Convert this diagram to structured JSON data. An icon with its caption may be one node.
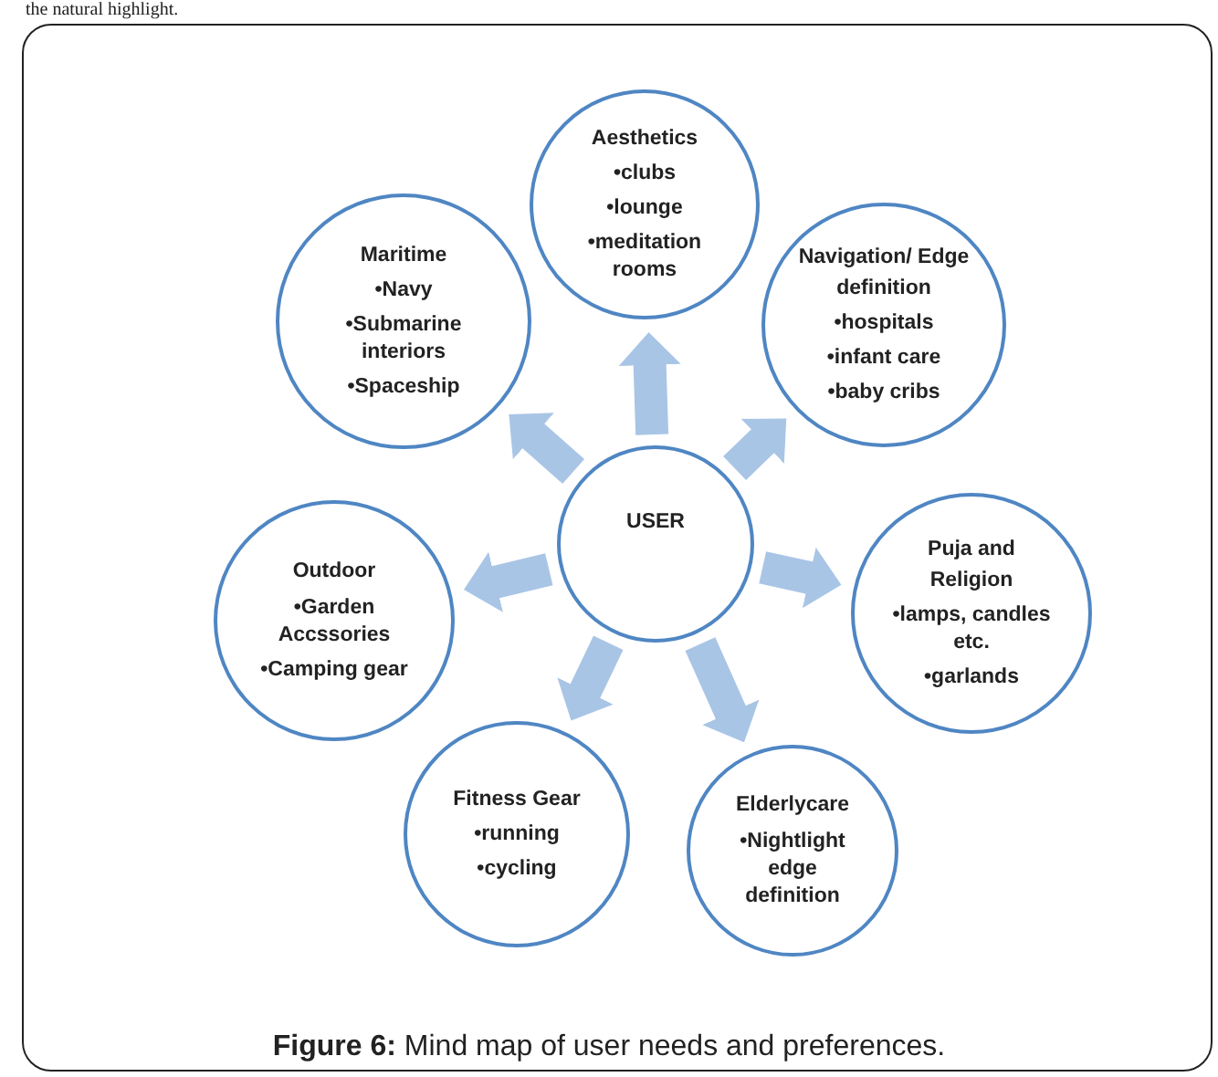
{
  "diagram": {
    "caption": "**Figure 6:** Mind map of user needs and preferences.",
    "nodes": [
      {
        "text": [
          "USER"
        ]
      },
      {
        "text": [
          "Aesthetics",
          "•clubs",
          "•lounge",
          "•meditation rooms"
        ]
      },
      {
        "text": [
          "Navigation/ Edge definition",
          "•hospitals",
          "•infant care",
          "•baby cribs"
        ]
      },
      {
        "text": [
          "Puja and Religion",
          "•lamps, candles etc.",
          "•garlands"
        ]
      },
      {
        "text": [
          "Elderlycare",
          "•Nightlight edge definition"
        ]
      },
      {
        "text": [
          "Fitness Gear",
          "•running",
          "•cycling"
        ]
      },
      {
        "text": [
          "Outdoor",
          "•Garden Accssories",
          "•Camping gear"
        ]
      },
      {
        "text": [
          "Maritime",
          "•Navy",
          "•Submarine interiors",
          "•Spaceship"
        ]
      }
    ],
    "edges": [
      {
        "from": 0,
        "to": 1,
        "arrow": "to"
      },
      {
        "from": 0,
        "to": 2,
        "arrow": "to"
      },
      {
        "from": 0,
        "to": 3,
        "arrow": "to"
      },
      {
        "from": 0,
        "to": 4,
        "arrow": "to"
      },
      {
        "from": 0,
        "to": 5,
        "arrow": "to"
      },
      {
        "from": 0,
        "to": 6,
        "arrow": "to"
      },
      {
        "from": 0,
        "to": 7,
        "arrow": "to"
      }
    ],
    "labels": [
      "the natural highlight."
    ]
  }
}
